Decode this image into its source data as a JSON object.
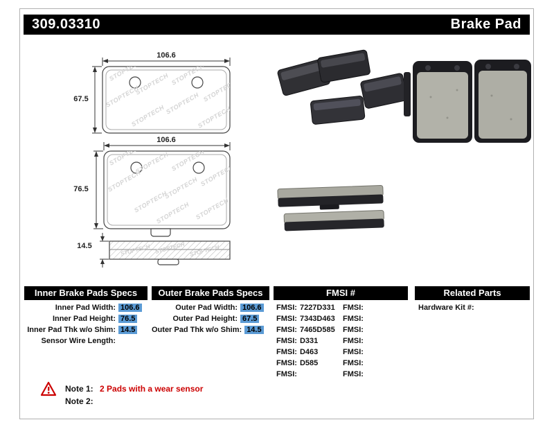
{
  "header": {
    "part_number": "309.03310",
    "product_type": "Brake Pad"
  },
  "drawings": {
    "watermark": "STOPTECH",
    "outer_pad": {
      "width": "106.6",
      "height": "67.5"
    },
    "inner_pad": {
      "width": "106.6",
      "height": "76.5"
    },
    "side_view": {
      "thickness": "14.5"
    }
  },
  "specs_table": {
    "inner": {
      "header": "Inner Brake Pads Specs",
      "rows": [
        {
          "label": "Inner Pad Width:",
          "value": "106.6"
        },
        {
          "label": "Inner Pad Height:",
          "value": "76.5"
        },
        {
          "label": "Inner Pad Thk w/o Shim:",
          "value": "14.5"
        },
        {
          "label": "Sensor Wire Length:",
          "value": ""
        }
      ]
    },
    "outer": {
      "header": "Outer Brake Pads Specs",
      "rows": [
        {
          "label": "Outer Pad Width:",
          "value": "106.6"
        },
        {
          "label": "Outer Pad Height:",
          "value": "67.5"
        },
        {
          "label": "Outer Pad Thk w/o Shim:",
          "value": "14.5"
        }
      ]
    },
    "fmsi": {
      "header": "FMSI #",
      "rows": [
        {
          "l1": "FMSI:",
          "v1": "7227D331",
          "l2": "FMSI:",
          "v2": ""
        },
        {
          "l1": "FMSI:",
          "v1": "7343D463",
          "l2": "FMSI:",
          "v2": ""
        },
        {
          "l1": "FMSI:",
          "v1": "7465D585",
          "l2": "FMSI:",
          "v2": ""
        },
        {
          "l1": "FMSI:",
          "v1": "D331",
          "l2": "FMSI:",
          "v2": ""
        },
        {
          "l1": "FMSI:",
          "v1": "D463",
          "l2": "FMSI:",
          "v2": ""
        },
        {
          "l1": "FMSI:",
          "v1": "D585",
          "l2": "FMSI:",
          "v2": ""
        },
        {
          "l1": "FMSI:",
          "v1": "",
          "l2": "FMSI:",
          "v2": ""
        }
      ]
    },
    "related": {
      "header": "Related Parts",
      "rows": [
        {
          "label": "Hardware Kit #:",
          "value": ""
        }
      ]
    }
  },
  "notes": {
    "note1_label": "Note 1:",
    "note1_text": "2 Pads with a wear sensor",
    "note2_label": "Note 2:",
    "note2_text": ""
  },
  "colors": {
    "highlight_blue": "#5b9bd5",
    "note_red": "#cc0000",
    "header_bg": "#000000"
  }
}
